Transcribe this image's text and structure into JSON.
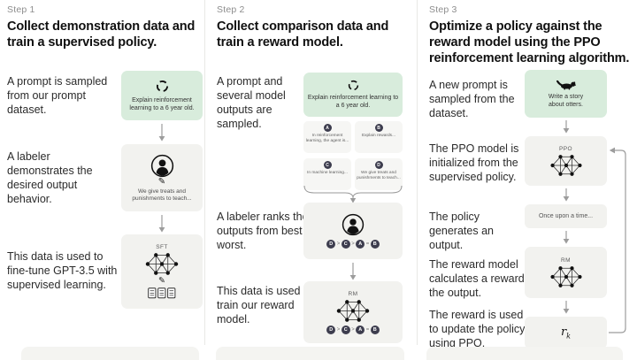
{
  "colors": {
    "green_box": "#d8ecdc",
    "gray_box": "#f2f2ef",
    "output_box": "#f6f6f4",
    "rank_circle": "#3d3d4e",
    "heading": "#101010",
    "body": "#2b2b2b",
    "step": "#8d8d8d",
    "arrow": "#9c9c9c",
    "divider": "#e8e8e6",
    "band": "#f4f4f1"
  },
  "steps": [
    {
      "step_label": "Step 1",
      "heading": "Collect demonstration data and train a supervised policy.",
      "captions": [
        "A prompt is sampled from our prompt dataset.",
        "A labeler demonstrates the desired output behavior.",
        "This data is used to fine-tune GPT-3.5 with supervised learning."
      ],
      "prompt_box": {
        "icon": "cycle-icon",
        "text": "Explain reinforcement learning to a 6 year old."
      },
      "labeler_box": {
        "icon": "person-icon",
        "pencil_icon": "✎",
        "text": "We give treats and punishments to teach..."
      },
      "model_box": {
        "label": "SFT",
        "icon": "network-icon",
        "pencil_icon": "✎",
        "docs_icon": "documents-icon"
      }
    },
    {
      "step_label": "Step 2",
      "heading": "Collect comparison data and train a reward model.",
      "captions": [
        "A prompt and several model outputs are sampled.",
        "A labeler ranks the outputs from best to worst.",
        "This data is used to train our reward model."
      ],
      "prompt_box": {
        "icon": "cycle-icon",
        "text": "Explain reinforcement learning to a 6 year old."
      },
      "outputs": [
        {
          "letter": "A",
          "text": "In reinforcement learning, the agent is..."
        },
        {
          "letter": "B",
          "text": "Explain rewards..."
        },
        {
          "letter": "C",
          "text": "In machine learning..."
        },
        {
          "letter": "D",
          "text": "We give treats and punishments to teach..."
        }
      ],
      "labeler_box": {
        "icon": "person-icon"
      },
      "ranking": {
        "letters": [
          "D",
          "C",
          "A",
          "B"
        ],
        "separators": [
          ">",
          ">",
          "="
        ]
      },
      "model_box": {
        "label": "RM",
        "icon": "network-icon"
      }
    },
    {
      "step_label": "Step 3",
      "heading": "Optimize a policy against the reward model using the PPO reinforcement learning algorithm.",
      "captions": [
        "A new prompt is sampled from the dataset.",
        "The PPO model is initialized from the supervised policy.",
        "The policy generates an output.",
        "The reward model calculates a reward for the output.",
        "The reward is used to update the policy using PPO."
      ],
      "prompt_box": {
        "icon": "otter-icon",
        "text": "Write a story about otters."
      },
      "ppo_box": {
        "label": "PPO",
        "icon": "network-icon"
      },
      "output_box": {
        "text": "Once upon a time..."
      },
      "rm_box": {
        "label": "RM",
        "icon": "network-icon"
      },
      "reward_box": {
        "base": "r",
        "subscript": "k"
      }
    }
  ]
}
